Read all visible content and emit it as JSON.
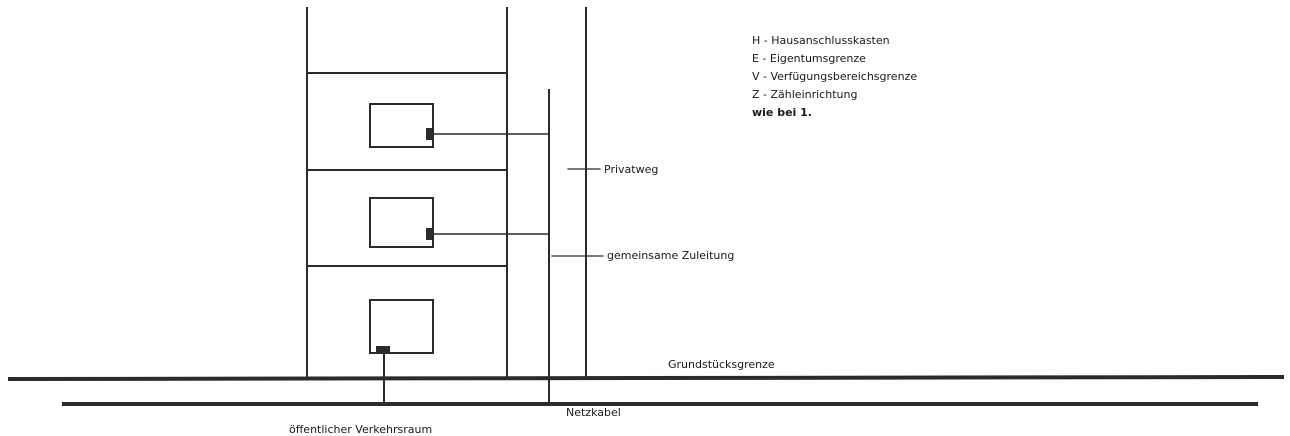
{
  "legend": {
    "items": [
      "H - Hausanschlusskasten",
      "E - Eigentumsgrenze",
      "V - Verfügungsbereichsgrenze",
      "Z - Zähleinrichtung"
    ],
    "note": "wie bei 1."
  },
  "labels": {
    "privatweg": "Privatweg",
    "zuleitung": "gemeinsame Zuleitung",
    "grundstuecksgrenze": "Grundstücksgrenze",
    "netzkabel": "Netzkabel",
    "verkehrsraum": "öffentlicher Verkehrsraum"
  },
  "colors": {
    "line": "#2b2b2b",
    "text": "#1a1a1a"
  }
}
